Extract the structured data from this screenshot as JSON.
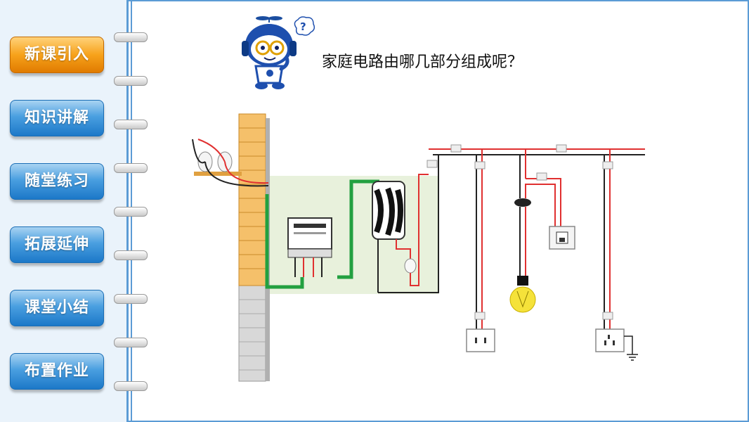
{
  "nav": {
    "items": [
      {
        "label": "新课引入",
        "active": true
      },
      {
        "label": "知识讲解",
        "active": false
      },
      {
        "label": "随堂练习",
        "active": false
      },
      {
        "label": "拓展延伸",
        "active": false
      },
      {
        "label": "课堂小结",
        "active": false
      },
      {
        "label": "布置作业",
        "active": false
      }
    ]
  },
  "main": {
    "question": "家庭电路由哪几部分组成呢？",
    "mascot_bubble": "?"
  },
  "colors": {
    "accent_blue": "#1c78c8",
    "active_orange": "#f7a21b",
    "live_wire": "#e03030",
    "neutral_wire": "#222222",
    "ground_wire": "#22a040"
  },
  "icons": [
    "robot-mascot-icon",
    "thought-bubble-icon",
    "power-meter-icon",
    "fuse-box-icon",
    "light-bulb-icon",
    "switch-icon",
    "socket-icon",
    "ground-icon"
  ]
}
